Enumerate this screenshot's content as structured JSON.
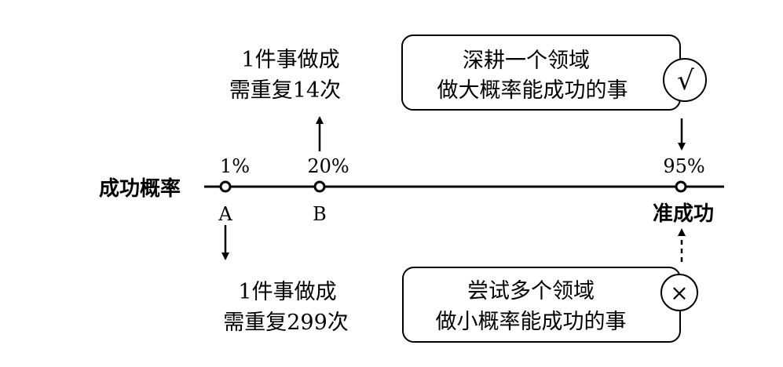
{
  "axis": {
    "label": "成功概率"
  },
  "points": [
    {
      "id": "A",
      "percent": "1%",
      "letter": "A"
    },
    {
      "id": "B",
      "percent": "20%",
      "letter": "B"
    },
    {
      "id": "C",
      "percent": "95%",
      "letter": "准成功"
    }
  ],
  "notes": {
    "b_top": {
      "line1": "1件事做成",
      "line2": "需重复14次"
    },
    "a_bottom": {
      "line1": "1件事做成",
      "line2": "需重复299次"
    }
  },
  "boxes": {
    "good": {
      "line1": "深耕一个领域",
      "line2": "做大概率能成功的事",
      "symbol": "√",
      "icon": "check-circle-icon"
    },
    "bad": {
      "line1": "尝试多个领域",
      "line2": "做小概率能成功的事",
      "symbol": "×",
      "icon": "cross-circle-icon"
    }
  }
}
